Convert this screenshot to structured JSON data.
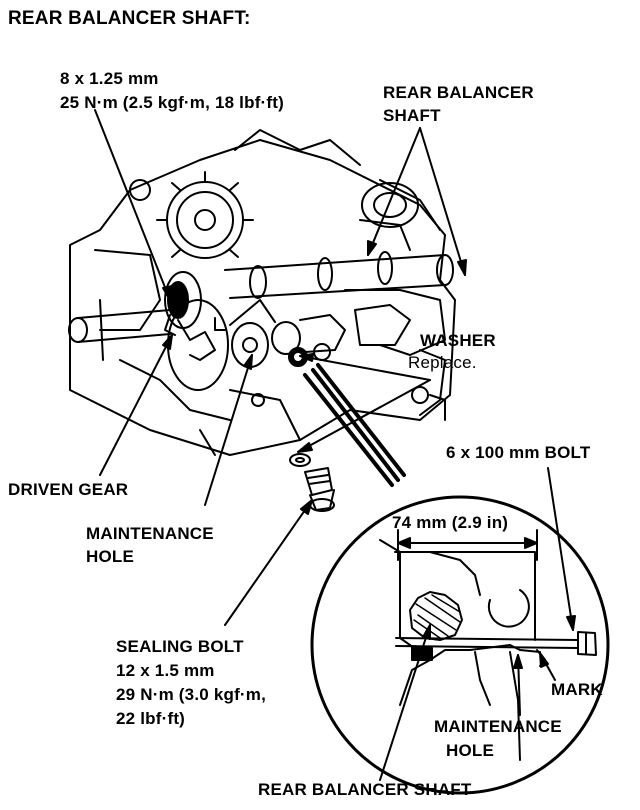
{
  "title": "REAR BALANCER SHAFT:",
  "labels": {
    "pivot_bolt_size": "8 x 1.25 mm",
    "pivot_bolt_torque": "25 N·m (2.5 kgf·m, 18 lbf·ft)",
    "rear_balancer_shaft_line1": "REAR BALANCER",
    "rear_balancer_shaft_line2": "SHAFT",
    "washer": "WASHER",
    "washer_note": "Replace.",
    "bolt_6x100": "6 x 100 mm BOLT",
    "driven_gear": "DRIVEN GEAR",
    "maintenance_hole_line1": "MAINTENANCE",
    "maintenance_hole_line2": "HOLE",
    "dimension": "74 mm (2.9 in)",
    "sealing_bolt": "SEALING BOLT",
    "sealing_bolt_size": "12 x 1.5 mm",
    "sealing_bolt_torque_1": "29 N·m (3.0 kgf·m,",
    "sealing_bolt_torque_2": "22 lbf·ft)",
    "mark": "MARK",
    "detail_maintenance_line1": "MAINTENANCE",
    "detail_maintenance_line2": "HOLE",
    "detail_rear_balancer_shaft": "REAR BALANCER SHAFT"
  }
}
